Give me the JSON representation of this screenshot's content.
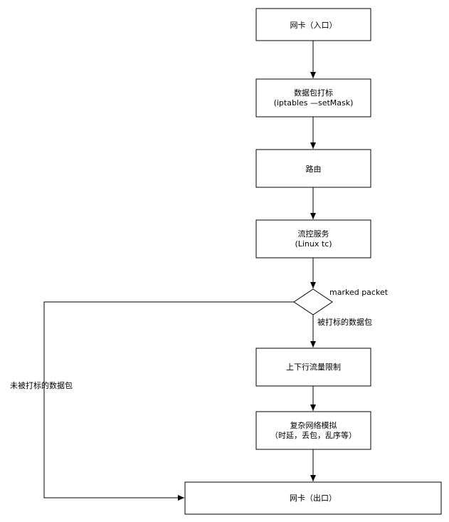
{
  "nodes": {
    "nic_in": {
      "lines": [
        "网卡（入口）"
      ]
    },
    "marking": {
      "lines": [
        "数据包打标",
        "(iptables —setMask)"
      ]
    },
    "routing": {
      "lines": [
        "路由"
      ]
    },
    "tc": {
      "lines": [
        "流控服务",
        "(Linux tc)"
      ]
    },
    "decision": {
      "label": "marked packet"
    },
    "rate_limit": {
      "lines": [
        "上下行流量限制"
      ]
    },
    "netem": {
      "lines": [
        "复杂网络模拟",
        "（时延，丢包，乱序等）"
      ]
    },
    "nic_out": {
      "lines": [
        "网卡（出口）"
      ]
    }
  },
  "edges": {
    "marked_label": "被打标的数据包",
    "unmarked_label": "未被打标的数据包"
  },
  "colors": {
    "stroke": "#000000",
    "fill": "#ffffff"
  }
}
